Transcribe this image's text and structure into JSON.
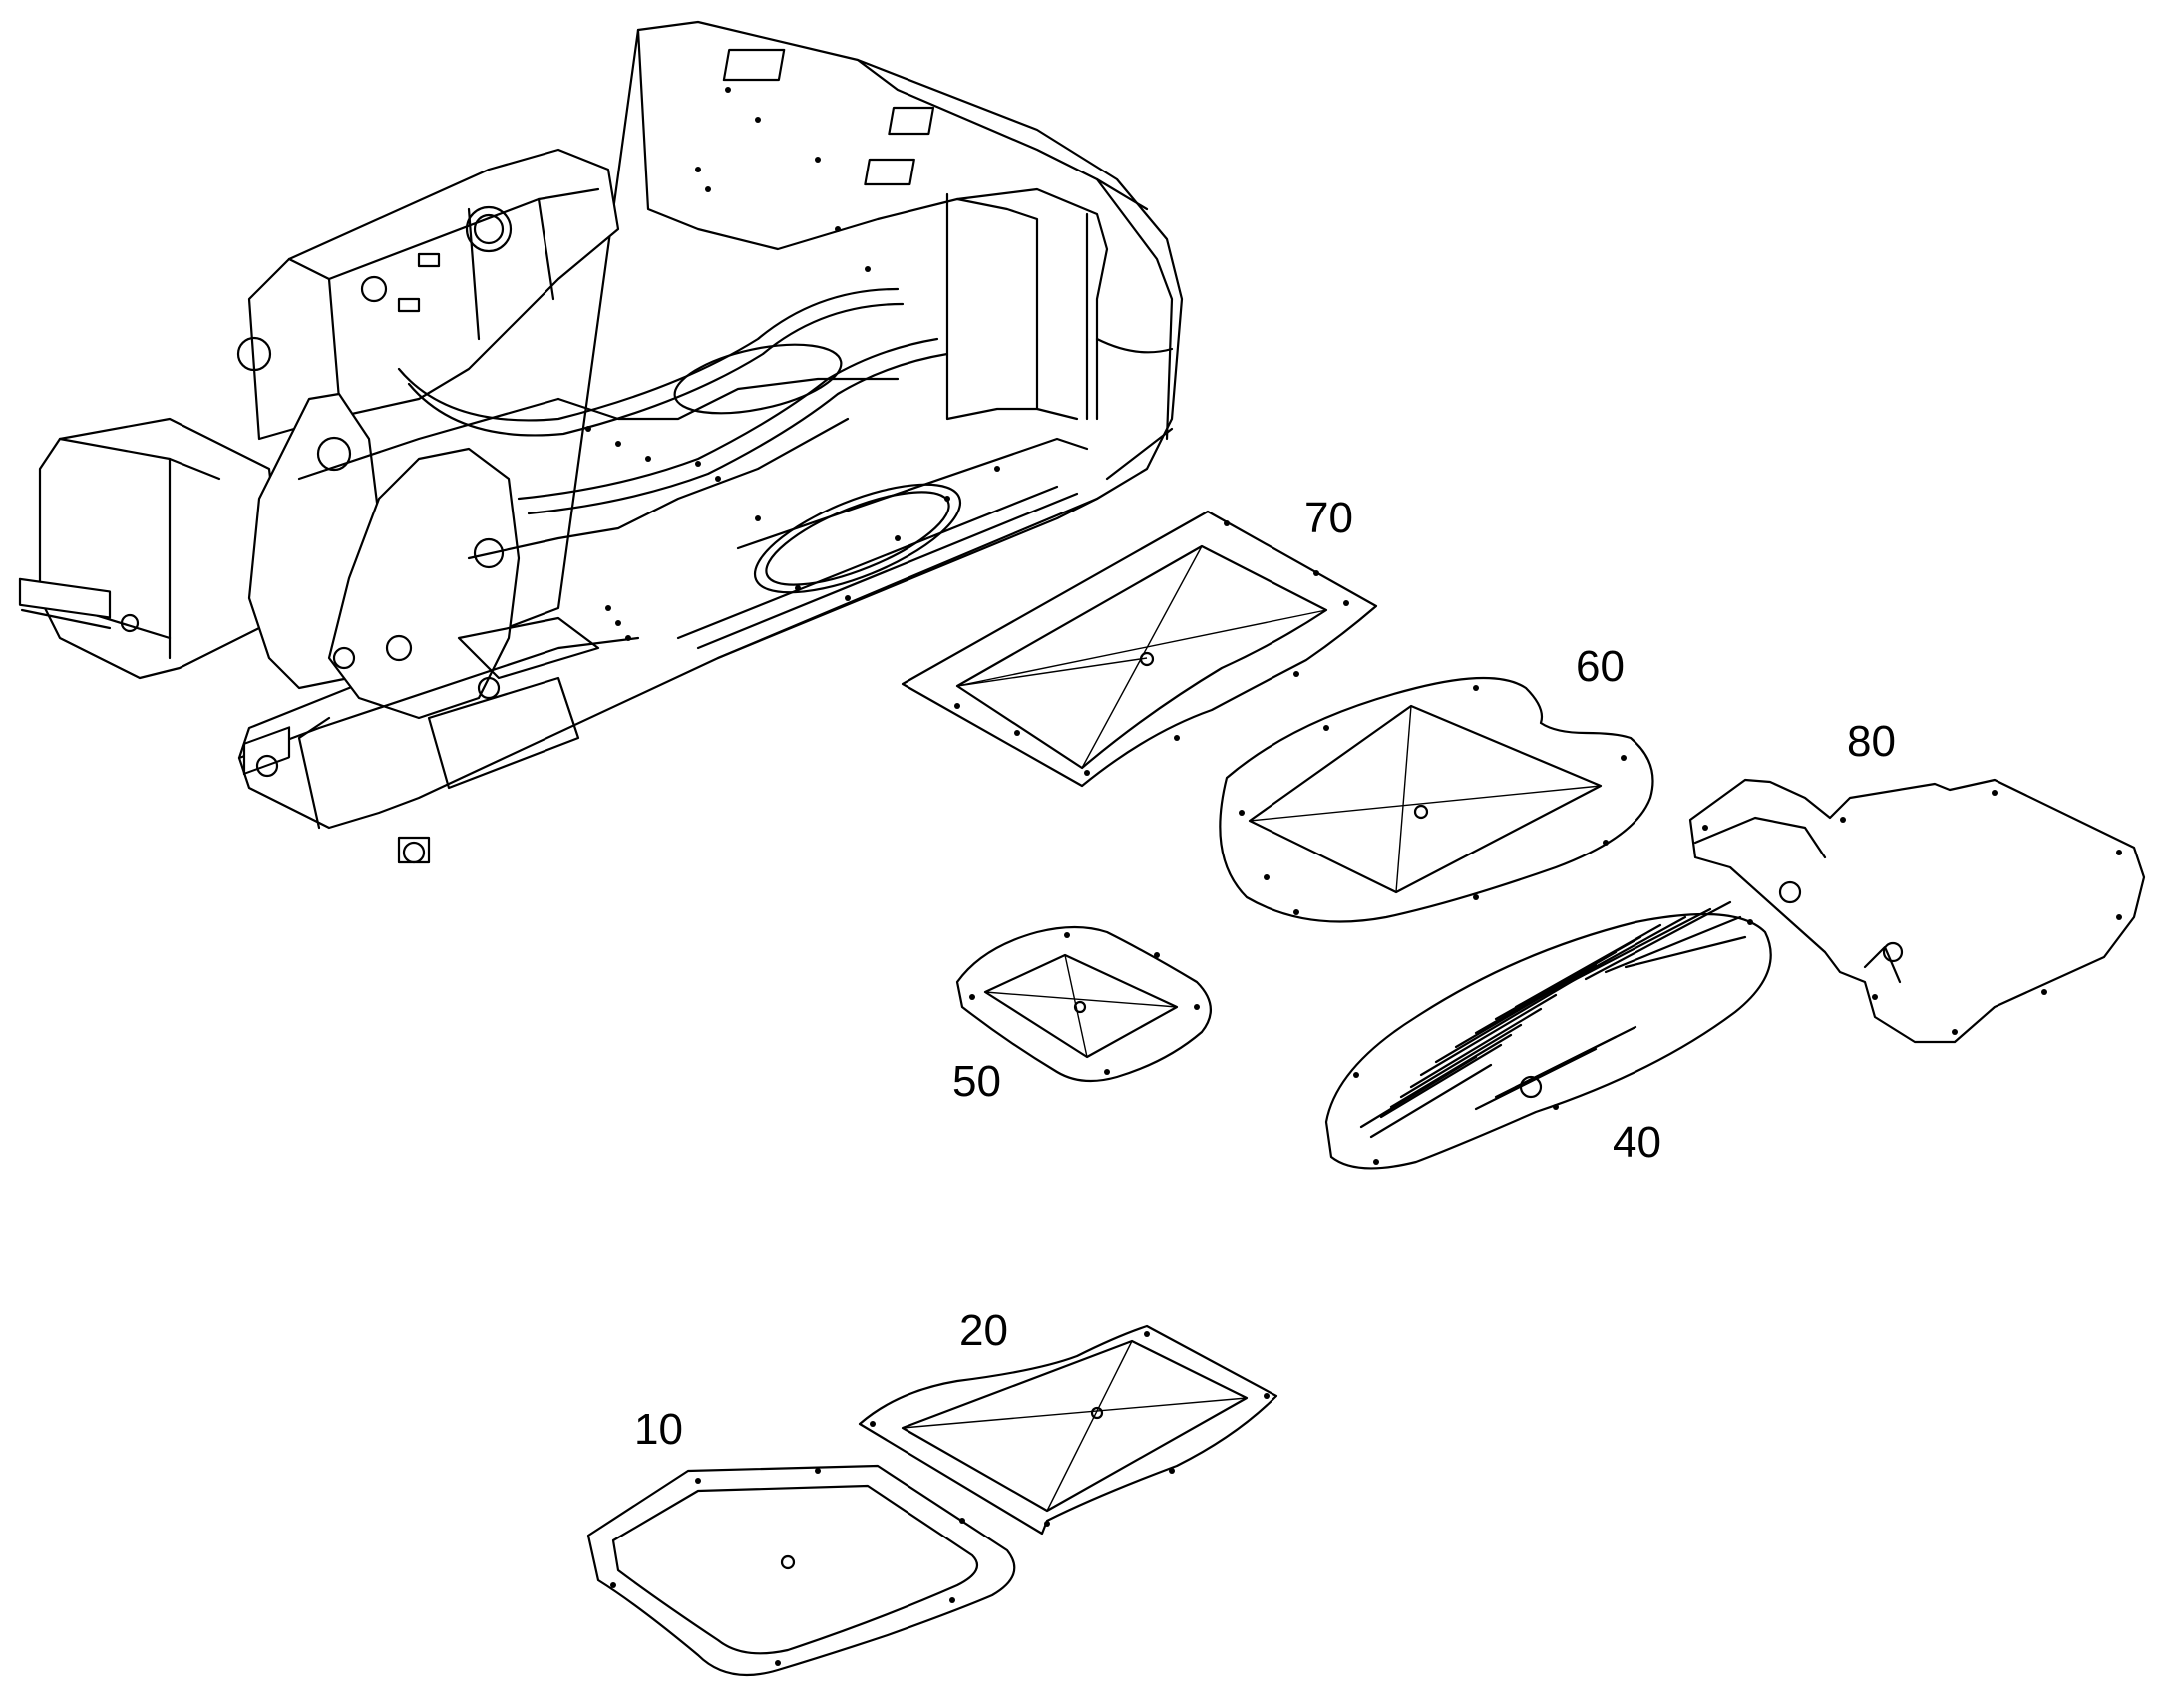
{
  "labels": {
    "p70": "70",
    "p60": "60",
    "p80": "80",
    "p50": "50",
    "p40": "40",
    "p20": "20",
    "p10": "10"
  }
}
